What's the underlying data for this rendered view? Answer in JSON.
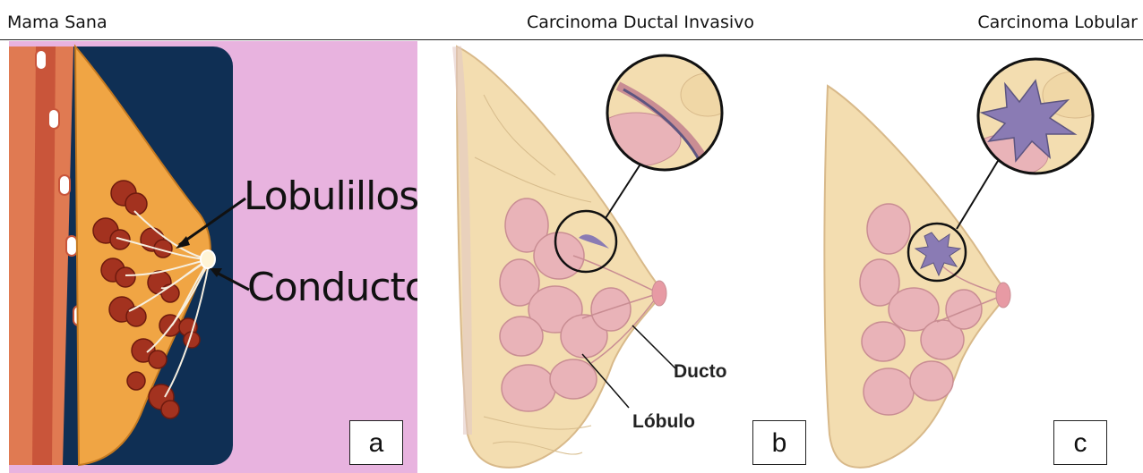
{
  "headers": {
    "a": "Mama Sana",
    "b": "Carcinoma Ductal Invasivo",
    "c": "Carcinoma Lobular"
  },
  "panel_a": {
    "label_top": "Lobulillos",
    "label_bottom": "Conductos",
    "letter": "a"
  },
  "panel_b": {
    "label_duct": "Ducto",
    "label_lobule": "Lóbulo",
    "letter": "b"
  },
  "panel_c": {
    "letter": "c"
  },
  "colors": {
    "panel_a_bg": "#e8b3df",
    "panel_a_dark": "#0f2f54",
    "breast_tissue": "#f3ddb0",
    "lobule_pink": "#e9b3b8",
    "tumor_purple": "#8a7bb4"
  }
}
